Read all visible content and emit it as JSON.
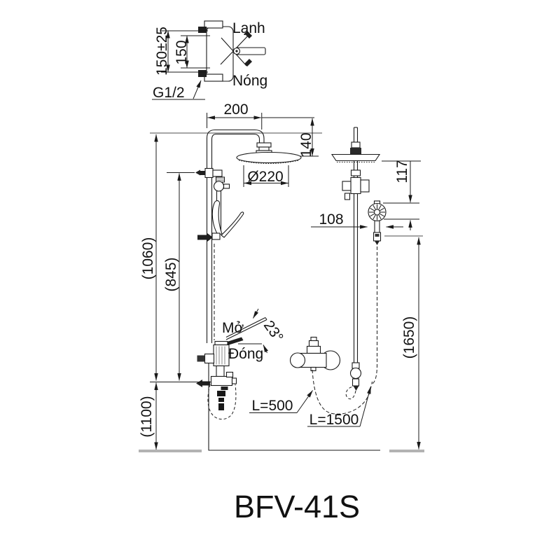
{
  "product": {
    "model": "BFV-41S"
  },
  "wall_valve_detail": {
    "cold_label": "Lạnh",
    "hot_label": "Nóng",
    "thread_label": "G1/2",
    "dim_install_spacing": "150±25",
    "dim_spacing": "150"
  },
  "front_view": {
    "dim_arm_length": "200",
    "dim_head_drop": "140",
    "dim_head_diameter": "Ø220",
    "dim_overall_height": "(1060)",
    "dim_bar_height": "(845)",
    "dim_valve_to_floor": "(1100)",
    "dim_lever_angle": "23°",
    "open_label": "Mở",
    "close_label": "Đóng"
  },
  "side_view": {
    "dim_hand_shower_drop": "117",
    "dim_hand_shower_offset": "108",
    "dim_overall_height": "(1650)",
    "hose_short_label": "L=500",
    "hose_long_label": "L=1500"
  },
  "colors": {
    "line": "#1a1a1a",
    "reference_line": "#9a9a9a",
    "floor_line": "#b3b3b3",
    "background": "#ffffff"
  }
}
